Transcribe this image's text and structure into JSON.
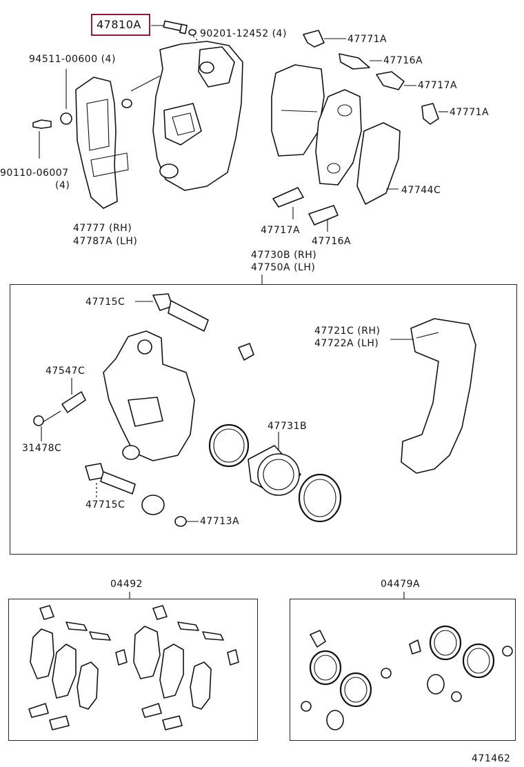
{
  "diagram": {
    "highlighted_part": "47810A",
    "labels": {
      "p47810a": "47810A",
      "p90201": "90201-12452 (4)",
      "p47771a_top": "47771A",
      "p47716a_top": "47716A",
      "p47717a_top": "47717A",
      "p47771a_mid": "47771A",
      "p94511": "94511-00600 (4)",
      "p90110": "90110-06007",
      "p90110_qty": "(4)",
      "p47744c": "47744C",
      "p47777": "47777 (RH)",
      "p47787a": "47787A (LH)",
      "p47717a_low": "47717A",
      "p47716a_low": "47716A",
      "p47730b": "47730B (RH)",
      "p47750a": "47750A (LH)",
      "p47715c_top": "47715C",
      "p47721c": "47721C (RH)",
      "p47722a": "47722A (LH)",
      "p47547c": "47547C",
      "p47731b": "47731B",
      "p31478c": "31478C",
      "p47715c_low": "47715C",
      "p47713a": "47713A",
      "p04492": "04492",
      "p04479a": "04479A",
      "diagram_number": "471462"
    }
  }
}
